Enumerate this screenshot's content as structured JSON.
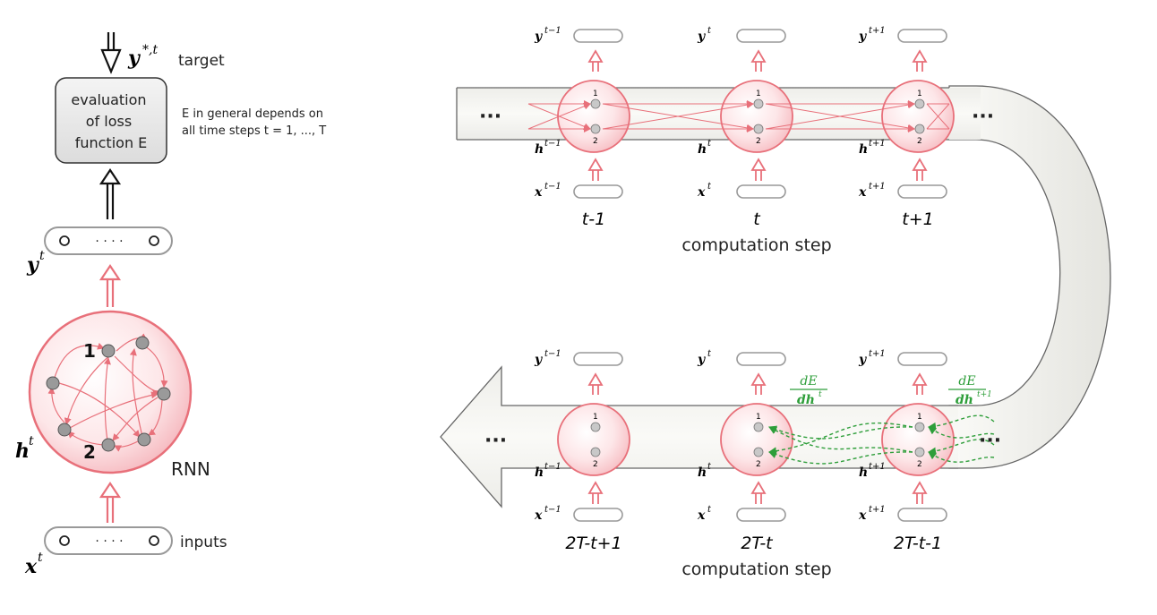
{
  "left": {
    "target_symbol": "y",
    "target_sup": "*,t",
    "target_label": "target",
    "loss_box": [
      "evaluation",
      "of loss",
      "function E"
    ],
    "note": [
      "E in general depends on",
      "all time steps t = 1, ..., T"
    ],
    "y_symbol": "y",
    "y_sup": "t",
    "h_symbol": "h",
    "h_sup": "t",
    "x_symbol": "x",
    "x_sup": "t",
    "rnn_label": "RNN",
    "neuron1": "1",
    "neuron2": "2",
    "inputs_label": "inputs"
  },
  "forward": {
    "steps": [
      {
        "y": "y",
        "ysup": "t−1",
        "h": "h",
        "hsup": "t−1",
        "x": "x",
        "xsup": "t−1",
        "step": "t-1"
      },
      {
        "y": "y",
        "ysup": "t",
        "h": "h",
        "hsup": "t",
        "x": "x",
        "xsup": "t",
        "step": "t"
      },
      {
        "y": "y",
        "ysup": "t+1",
        "h": "h",
        "hsup": "t+1",
        "x": "x",
        "xsup": "t+1",
        "step": "t+1"
      }
    ],
    "caption": "computation step",
    "ellipsis": "···",
    "n1": "1",
    "n2": "2"
  },
  "backward": {
    "steps": [
      {
        "y": "y",
        "ysup": "t−1",
        "h": "h",
        "hsup": "t−1",
        "x": "x",
        "xsup": "t−1",
        "step": "2T-t+1"
      },
      {
        "y": "y",
        "ysup": "t",
        "h": "h",
        "hsup": "t",
        "x": "x",
        "xsup": "t",
        "step": "2T-t"
      },
      {
        "y": "y",
        "ysup": "t+1",
        "h": "h",
        "hsup": "t+1",
        "x": "x",
        "xsup": "t+1",
        "step": "2T-t-1"
      }
    ],
    "caption": "computation step",
    "ellipsis": "···",
    "grad1_num": "dE",
    "grad1_den": "dh",
    "grad1_sup": "t",
    "grad2_num": "dE",
    "grad2_den": "dh",
    "grad2_sup": "t+1",
    "grad_color": "#2e9e3a"
  },
  "colors": {
    "red": "#e8707a",
    "neuron_fill": "#fbd9dc",
    "gray": "#999999"
  }
}
